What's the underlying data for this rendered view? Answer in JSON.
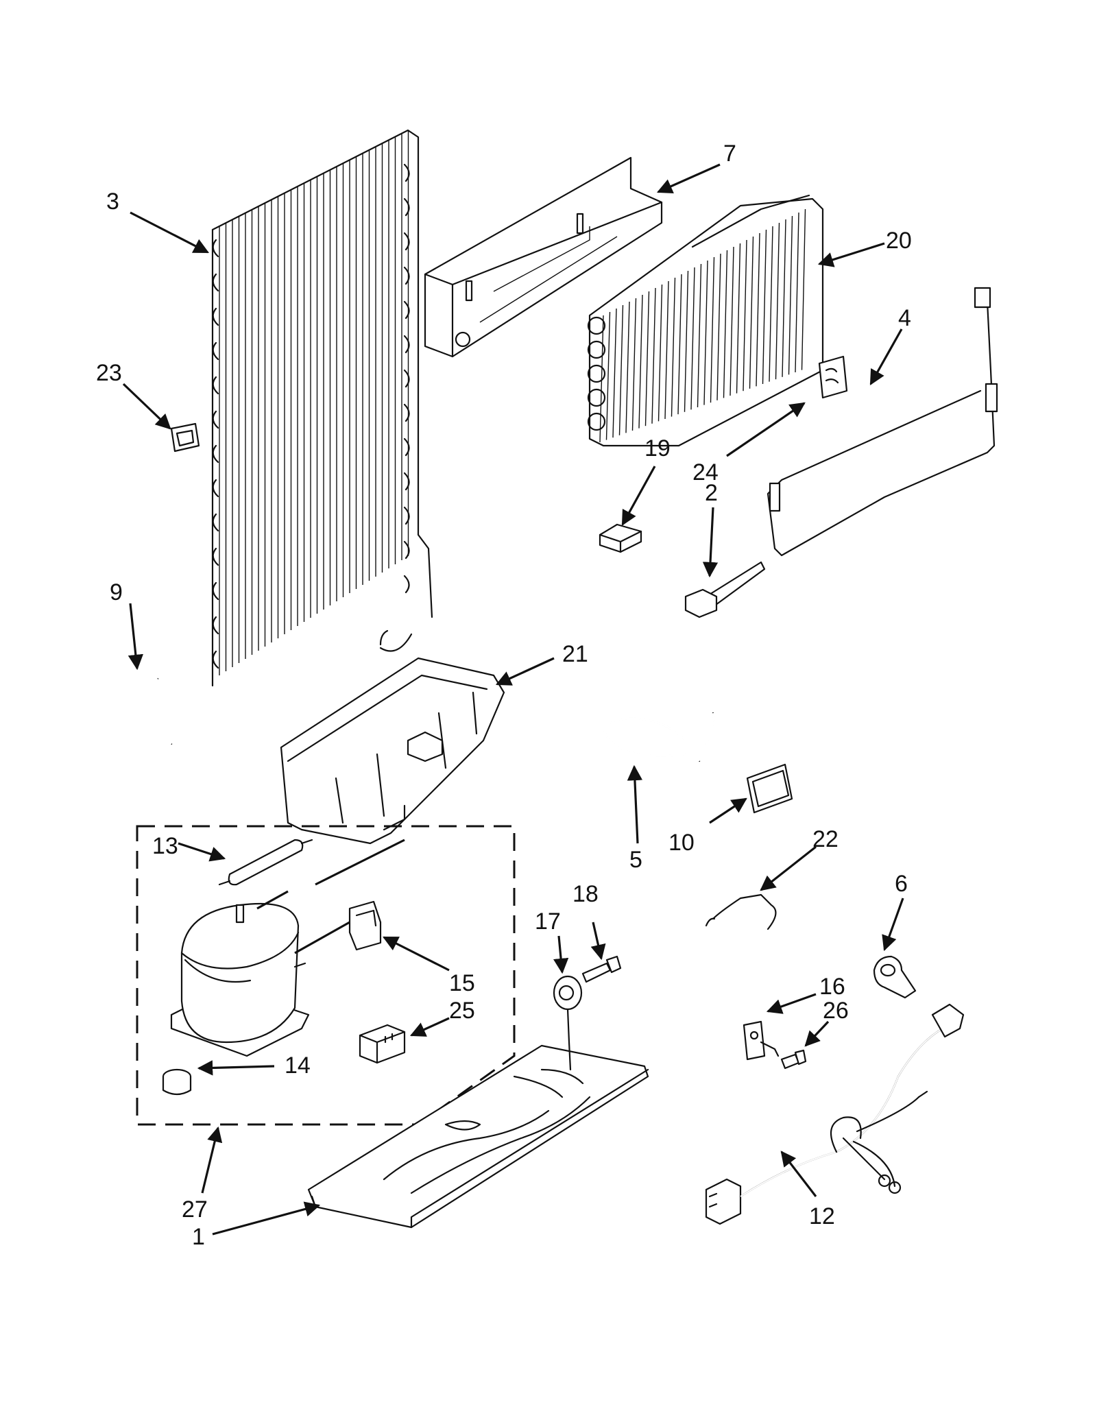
{
  "labels": {
    "l1": "1",
    "l2": "2",
    "l3": "3",
    "l4": "4",
    "l5": "5",
    "l6": "6",
    "l7": "7",
    "l9": "9",
    "l10": "10",
    "l12": "12",
    "l13": "13",
    "l14": "14",
    "l15": "15",
    "l16": "16",
    "l17": "17",
    "l18": "18",
    "l19": "19",
    "l20": "20",
    "l21": "21",
    "l22": "22",
    "l23": "23",
    "l24": "24",
    "l25": "25",
    "l26": "26",
    "l27": "27"
  }
}
